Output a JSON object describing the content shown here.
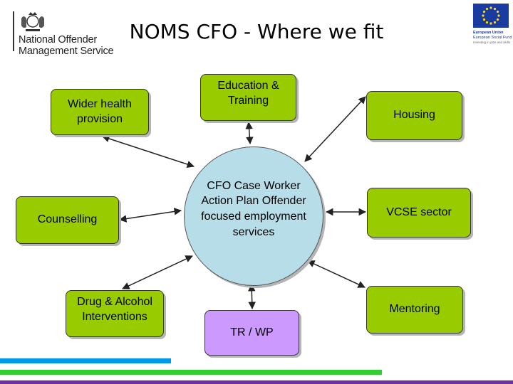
{
  "logo": {
    "line1": "National Offender",
    "line2": "Management Service"
  },
  "title": "NOMS CFO - Where we fit",
  "eu_logo": {
    "line1": "European Union",
    "line2": "European Social Fund",
    "line3": "Investing in jobs and skills"
  },
  "diagram": {
    "center": "CFO Case Worker Action Plan Offender focused employment services",
    "nodes": {
      "wider_health": "Wider health provision",
      "education": "Education & Training",
      "housing": "Housing",
      "counselling": "Counselling",
      "vcse": "VCSE sector",
      "drug_alcohol": "Drug & Alcohol Interventions",
      "mentoring": "Mentoring",
      "tr_wp": "TR / WP"
    }
  },
  "colors": {
    "node_green": "#99cc00",
    "node_purple": "#cc99ff",
    "center_blue": "#b7dde8",
    "bar_blue": "#0099e6",
    "bar_green": "#33cc33",
    "bar_purple": "#7030a0"
  }
}
